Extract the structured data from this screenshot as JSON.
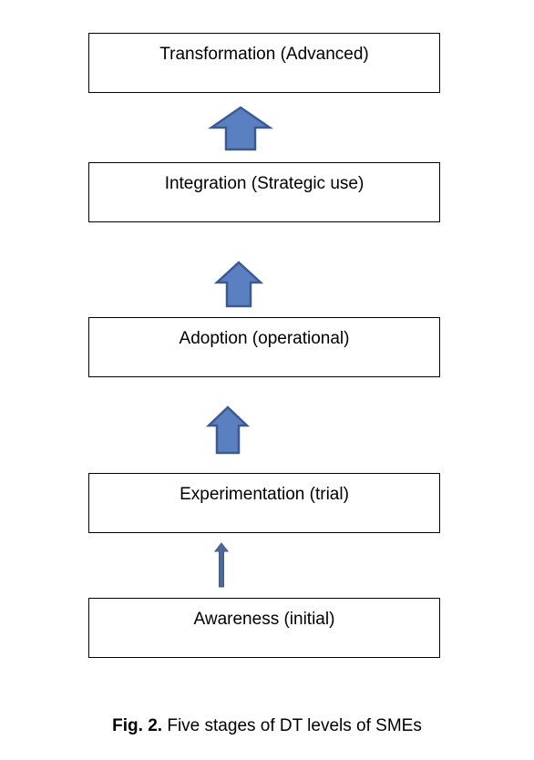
{
  "stages": [
    {
      "id": "transformation",
      "label": "Transformation (Advanced)"
    },
    {
      "id": "integration",
      "label": "Integration (Strategic use)"
    },
    {
      "id": "adoption",
      "label": "Adoption (operational)"
    },
    {
      "id": "experimentation",
      "label": "Experimentation (trial)"
    },
    {
      "id": "awareness",
      "label": "Awareness (initial)"
    }
  ],
  "caption": {
    "prefix": "Fig. 2.",
    "text": " Five stages of DT levels of SMEs"
  },
  "colors": {
    "arrow_fill": "#5a80c2",
    "arrow_stroke": "#3b5a8f",
    "box_border": "#000000"
  },
  "icons": {
    "arrow": "up-arrow-icon"
  }
}
